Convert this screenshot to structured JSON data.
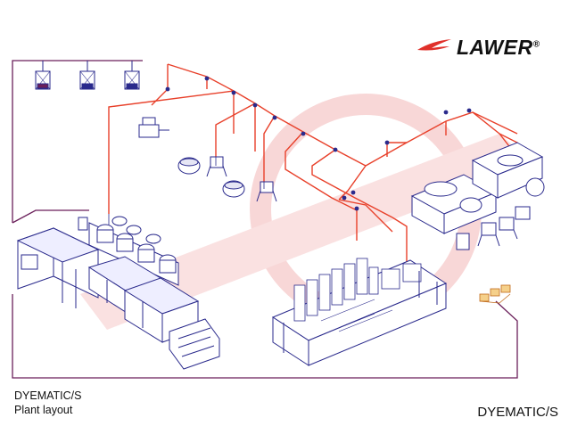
{
  "logo": {
    "text": "LAWER",
    "registered": "®"
  },
  "caption": {
    "line1": "DYEMATIC/S",
    "line2": "Plant layout"
  },
  "brand_right": "DYEMATIC/S",
  "colors": {
    "pipe": "#e8402a",
    "equipment": "#2a2a8c",
    "frame": "#6a1f5a",
    "watermark": "#f3b7b7",
    "logo_red": "#e0302a"
  },
  "icons": [
    "lawer-swoosh-icon",
    "dosing-station-icon"
  ]
}
